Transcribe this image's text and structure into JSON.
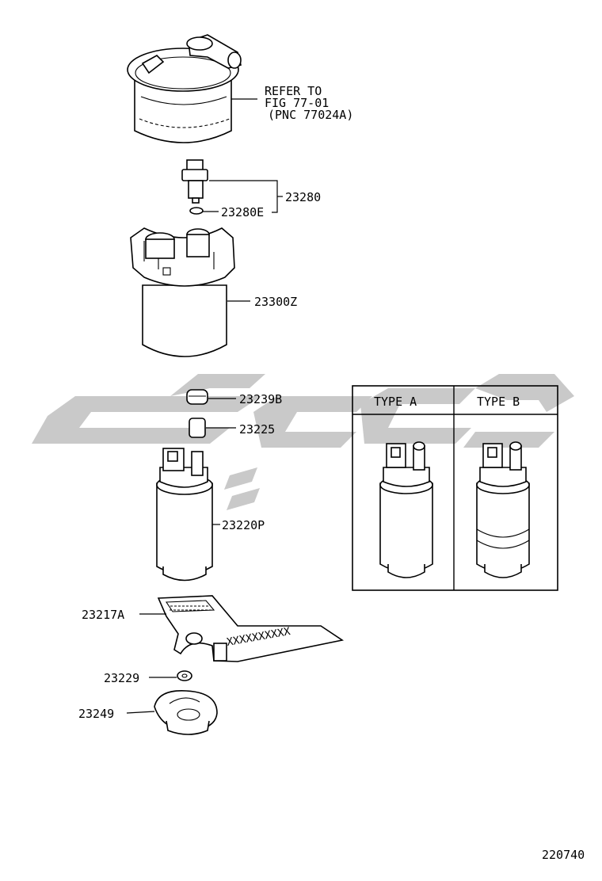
{
  "refer": {
    "line1": "REFER TO",
    "line2": "FIG 77-01",
    "line3": "(PNC 77024A)"
  },
  "parts": {
    "p23280": "23280",
    "p23280E": "23280E",
    "p23300Z": "23300Z",
    "p23239B": "23239B",
    "p23225": "23225",
    "p23220P": "23220P",
    "p23217A": "23217A",
    "p23229": "23229",
    "p23249": "23249"
  },
  "type_table": {
    "type_a": "TYPE A",
    "type_b": "TYPE B"
  },
  "diagram_id": "220740",
  "colors": {
    "line": "#000000",
    "watermark": "#c9c9c9",
    "background": "#ffffff"
  }
}
